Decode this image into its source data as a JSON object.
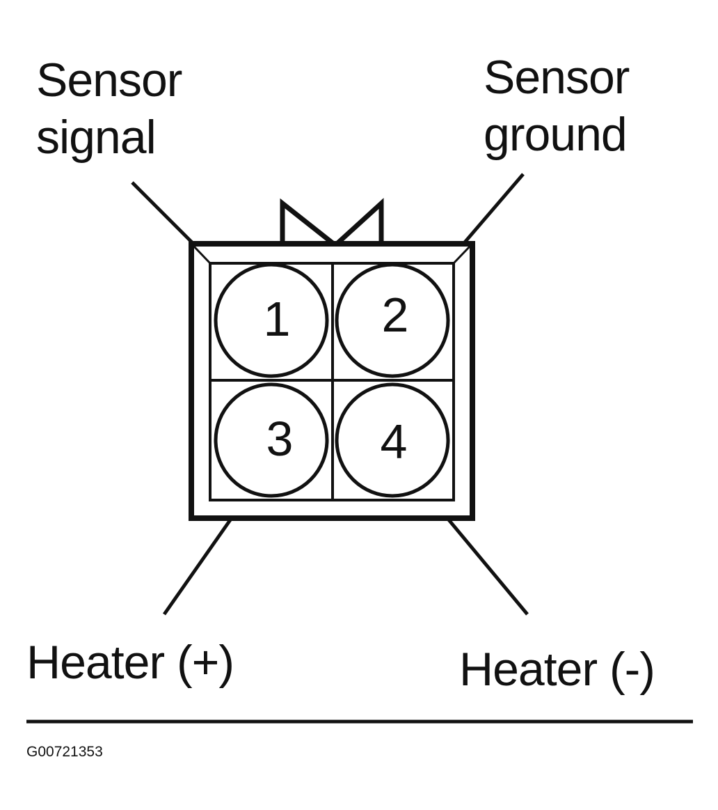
{
  "labels": {
    "sensor_signal": [
      "Sensor",
      "signal"
    ],
    "sensor_ground": [
      "Sensor",
      "ground"
    ],
    "heater_pos": "Heater (+)",
    "heater_neg": "Heater (-)"
  },
  "connector": {
    "pins": [
      "1",
      "2",
      "3",
      "4"
    ]
  },
  "figure_id": "G00721353",
  "colors": {
    "ink": "#111111",
    "background": "#ffffff"
  }
}
